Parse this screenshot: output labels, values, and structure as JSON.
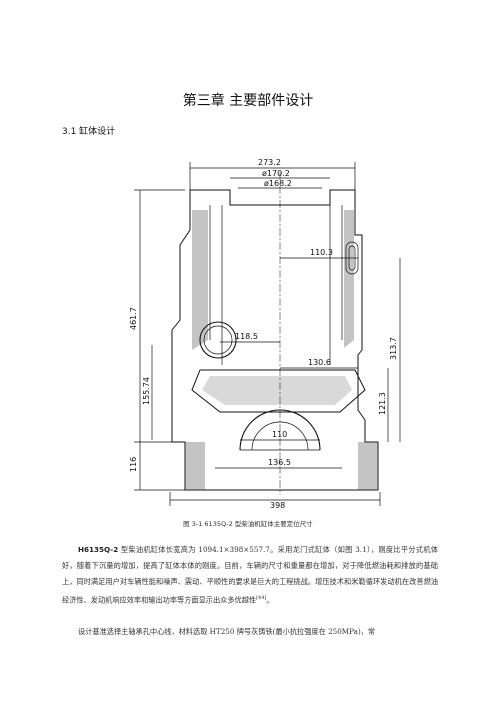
{
  "chapter_title": "第三章  主要部件设计",
  "section_title": "3.1 缸体设计",
  "drawing": {
    "dims": {
      "d_273_2": "273.2",
      "d_phi170_2": "ø170.2",
      "d_phi168_2": "ø168.2",
      "d_110_3": "110.3",
      "d_461_7": "461.7",
      "d_118_5": "118.5",
      "d_313_7": "313.7",
      "d_130_6": "130.6",
      "d_155_74": "155.74",
      "d_121_3": "121.3",
      "d_110": "110",
      "d_116": "116",
      "d_136_5": "136.5",
      "d_398": "398"
    }
  },
  "caption": "图 3-1  6135Q-2 型柴油机缸体主要定位尺寸",
  "paragraph1": {
    "lead": "H6135Q-2",
    "text": " 型柴油机缸体长宽高为 1094.1×398×557.7。采用龙门式缸体（如图 3.1），刚度比平分式机体好，随着下沉量的增加，提高了缸体本体的刚度。目前，车辆的尺寸和重量都在增加，对于降低燃油耗和排放的基础上，同时满足用户对车辆性能和噪声、震动、平顺性的要求是巨大的工程挑战。增压技术和米勒循环发动机在改善燃油经济性、发动机响应效率和输出功率等方面显示出众多优越性",
    "ref": "[44]",
    "end": "。"
  },
  "paragraph2": {
    "text": "设计基准选择主轴承孔中心线，材料选取 HT250 牌号灰铸铁(最小抗拉强度在 250MPa)，常"
  }
}
